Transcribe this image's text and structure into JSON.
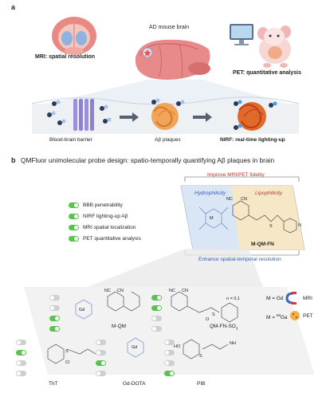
{
  "panel_a": {
    "letter": "a",
    "center_title": "AD mouse brain",
    "mri_prefix": "MRI",
    "mri_suffix": ": spatial resolution",
    "pet_label": "PET: quantitative analysis",
    "bbb_label": "Blood-brain barrier",
    "plaques_label": "Aβ plaques",
    "nirf_label": "NIRF: real-time lighting-up"
  },
  "panel_b": {
    "letter": "b",
    "title": "QMFluor unimolecular probe design: spatio-temporally quantifying Aβ plaques in brain",
    "improve_label": "Improve MRI/PET fidelity",
    "hydrophilicity": "Hydrophilicity",
    "lipophilicity": "Lipophilicity",
    "probe_name": "M-QM-FN",
    "enhance_label": "Enhance spatial-temporal resolution",
    "features": [
      "BBB penetrability",
      "NIRF lighting-up Aβ",
      "MRI spatial localization",
      "PET quantitative analysis"
    ],
    "compounds": {
      "mqm": "M-QM",
      "qmfn": "QM-FN-SO",
      "qmfn_sub": "3",
      "n_label": "n = 0,1",
      "tht": "ThT",
      "gddota": "Gd-DOTA",
      "pib": "PIB"
    },
    "legend": {
      "m_gd": "M = Gd",
      "mri": "MRI",
      "m_ga_prefix": "M = ",
      "ga_sup": "68",
      "ga": "Ga",
      "pet": "PET"
    },
    "atoms": {
      "nc": "NC",
      "cn": "CN",
      "n": "N",
      "s": "S",
      "o": "O",
      "gd": "Gd",
      "m": "M",
      "cl": "Cl",
      "ho": "HO",
      "nh": "NH"
    }
  },
  "colors": {
    "green": "#5cc24f",
    "hydro_blue": "#3b5bb5",
    "lipo_red": "#b03a2e",
    "arrow_blue": "#2b5fb5"
  }
}
